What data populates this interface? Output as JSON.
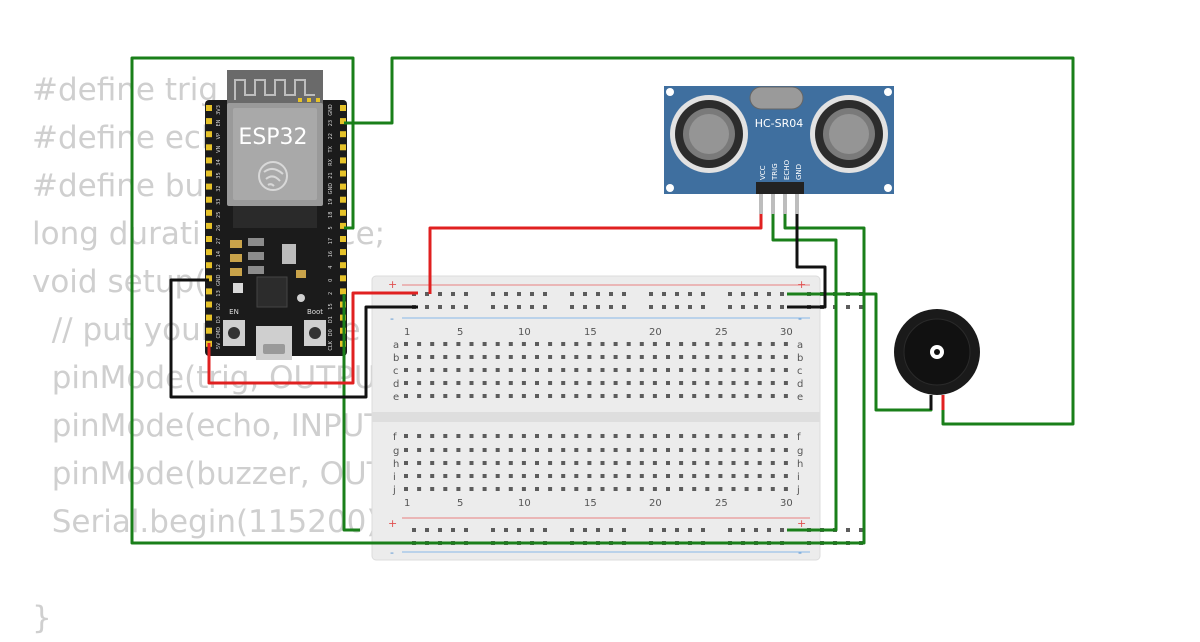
{
  "code_lines": [
    "#define trig 1",
    "#define echo",
    "#define buz",
    "long durati              ce;",
    "void setup(",
    "  // put your           de",
    "  pinMode(trig, OUTPU",
    "  pinMode(echo, INPUT",
    "  pinMode(buzzer, OUT",
    "  Serial.begin(115200);",
    "",
    "}"
  ],
  "esp32": {
    "label": "ESP32",
    "en_label": "EN",
    "boot_label": "Boot",
    "left_pins": [
      "3V3",
      "EN",
      "VP",
      "VN",
      "34",
      "35",
      "32",
      "33",
      "25",
      "26",
      "27",
      "14",
      "12",
      "GND",
      "13",
      "D2",
      "D3",
      "CMD",
      "5V"
    ],
    "right_pins": [
      "GND",
      "23",
      "22",
      "TX",
      "RX",
      "21",
      "GND",
      "19",
      "18",
      "5",
      "17",
      "16",
      "4",
      "0",
      "2",
      "15",
      "D1",
      "D0",
      "CLK"
    ]
  },
  "sensor": {
    "label": "HC-SR04",
    "pins": [
      "VCC",
      "TRIG",
      "ECHO",
      "GND"
    ]
  },
  "breadboard": {
    "plus": "+",
    "minus": "-",
    "column_numbers": [
      "1",
      "5",
      "10",
      "15",
      "20",
      "25",
      "30"
    ],
    "top_rows": [
      "a",
      "b",
      "c",
      "d",
      "e"
    ],
    "bottom_rows": [
      "f",
      "g",
      "h",
      "i",
      "j"
    ]
  },
  "colors": {
    "wire_green": "#1a7f1a",
    "wire_red": "#e02020",
    "wire_black": "#111111",
    "board_black": "#1b1b1b",
    "sensor_blue": "#3f6f9f",
    "breadboard": "#ececec"
  }
}
